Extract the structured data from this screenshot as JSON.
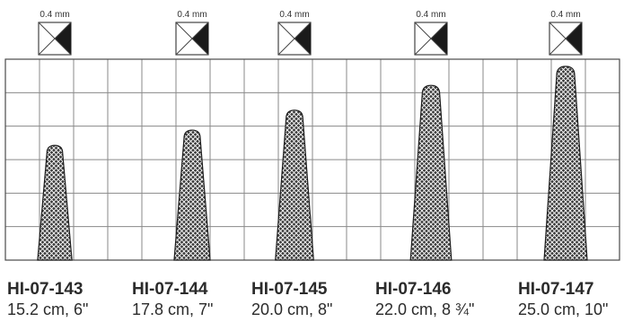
{
  "tip_width_label": "0.4 mm",
  "colors": {
    "grid": "#8a8a8a",
    "frame": "#4a4a4a",
    "blade_fill": "#3a3a3a",
    "blade_hatch": "#ffffff",
    "text": "#2b2b2b"
  },
  "instruments": [
    {
      "code": "HI-07-143",
      "size": "15.2 cm, 6\"",
      "relative_height": 0.592
    },
    {
      "code": "HI-07-144",
      "size": "17.8 cm, 7\"",
      "relative_height": 0.671
    },
    {
      "code": "HI-07-145",
      "size": "20.0 cm, 8\"",
      "relative_height": 0.774
    },
    {
      "code": "HI-07-146",
      "size": "22.0 cm, 8 ¾\"",
      "relative_height": 0.902
    },
    {
      "code": "HI-07-147",
      "size": "25.0 cm, 10\"",
      "relative_height": 1.0
    }
  ]
}
